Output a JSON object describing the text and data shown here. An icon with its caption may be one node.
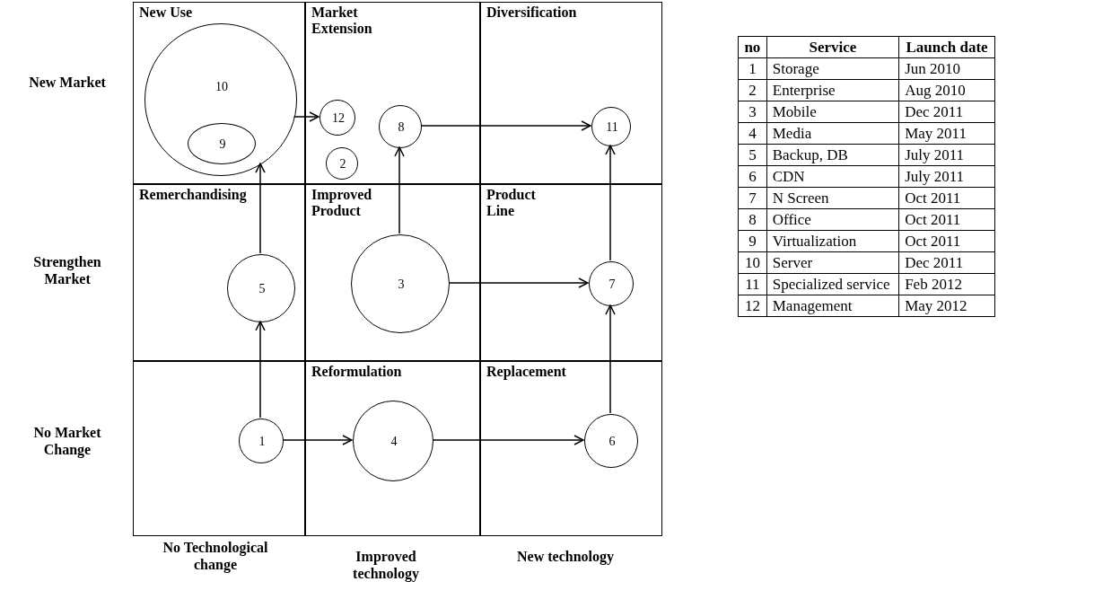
{
  "diagram": {
    "nodes": [
      {
        "text": [
          "New Use"
        ]
      },
      {
        "text": [
          "10"
        ],
        "in": 0
      },
      {
        "text": [
          "9"
        ],
        "in": 1
      },
      {
        "text": [
          "Market Extension"
        ]
      },
      {
        "text": [
          "12"
        ],
        "in": 3
      },
      {
        "text": [
          "8"
        ],
        "in": 3
      },
      {
        "text": [
          "2"
        ],
        "in": 3
      },
      {
        "text": [
          "Diversification"
        ]
      },
      {
        "text": [
          "11"
        ],
        "in": 7
      },
      {
        "text": [
          "Remerchandising"
        ]
      },
      {
        "text": [
          "5"
        ],
        "in": 9
      },
      {
        "text": [
          "Improved Product"
        ]
      },
      {
        "text": [
          "3"
        ],
        "in": 11
      },
      {
        "text": [
          "Product Line"
        ]
      },
      {
        "text": [
          "7"
        ],
        "in": 13
      },
      {
        "text": [],
        "shape": "box"
      },
      {
        "text": [
          "1"
        ],
        "in": 15
      },
      {
        "text": [
          "Reformulation"
        ]
      },
      {
        "text": [
          "4"
        ],
        "in": 17
      },
      {
        "text": [
          "Replacement"
        ]
      },
      {
        "text": [
          "6"
        ],
        "in": 19
      }
    ],
    "edges": [
      {
        "from": 16,
        "to": 10,
        "arrow": "to"
      },
      {
        "from": 16,
        "to": 18,
        "arrow": "to"
      },
      {
        "from": 18,
        "to": 20,
        "arrow": "to"
      },
      {
        "from": 20,
        "to": 14,
        "arrow": "to"
      },
      {
        "from": 12,
        "to": 14,
        "arrow": "to"
      },
      {
        "from": 12,
        "to": 5,
        "arrow": "to"
      },
      {
        "from": 14,
        "to": 8,
        "arrow": "to"
      },
      {
        "from": 5,
        "to": 8,
        "arrow": "to"
      },
      {
        "from": 1,
        "to": 4,
        "arrow": "to"
      },
      {
        "from": 10,
        "to": 1,
        "arrow": "to"
      }
    ],
    "labels": [
      "New Market",
      "Strengthen Market",
      "No Market Change",
      "No Technological change",
      "Improved technology",
      "New technology",
      "no",
      "Service",
      "Launch date",
      "1",
      "Storage",
      "Jun 2010",
      "2",
      "Enterprise",
      "Aug 2010",
      "3",
      "Mobile",
      "Dec 2011",
      "4",
      "Media",
      "May 2011",
      "5",
      "Backup, DB",
      "July 2011",
      "6",
      "CDN",
      "July 2011",
      "7",
      "N Screen",
      "Oct 2011",
      "8",
      "Office",
      "Oct 2011",
      "9",
      "Virtualization",
      "Oct 2011",
      "10",
      "Server",
      "Dec 2011",
      "11",
      "Specialized service",
      "Feb 2012",
      "12",
      "Management",
      "May 2012"
    ]
  }
}
